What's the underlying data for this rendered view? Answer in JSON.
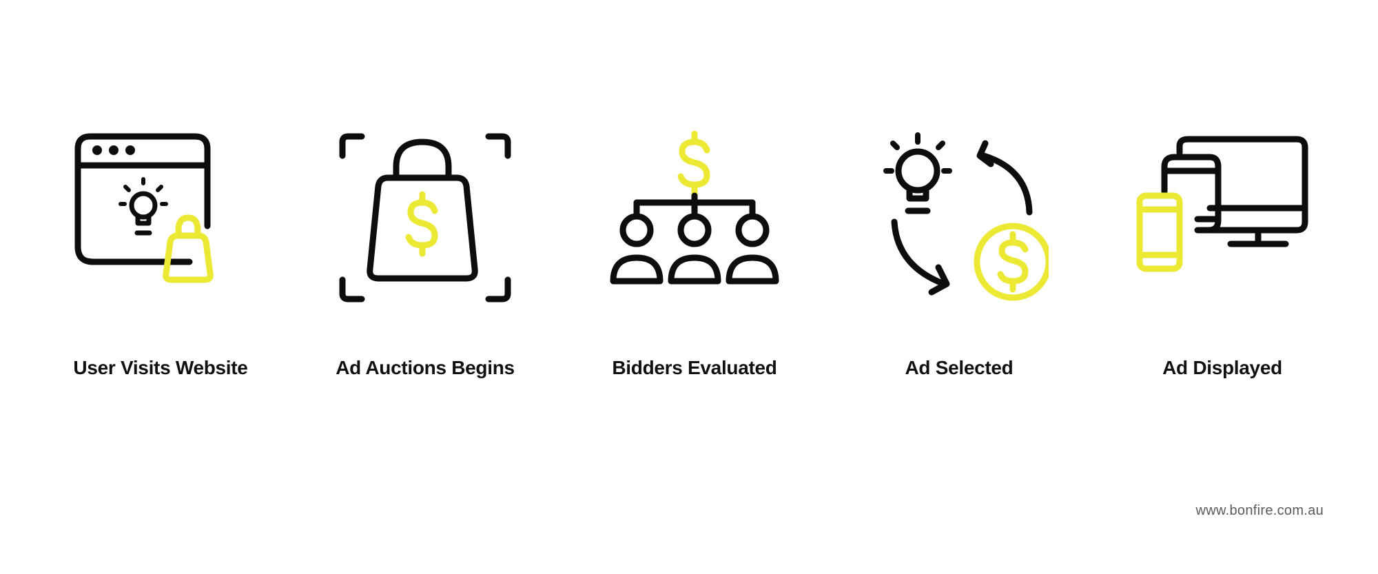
{
  "colors": {
    "ink": "#0d0d0d",
    "accent": "#ECE934",
    "background": "#ffffff",
    "watermark": "#5a5a5a"
  },
  "steps": [
    {
      "label": "User Visits Website",
      "icon": "browser-lightbulb-shopping-bag-icon"
    },
    {
      "label": "Ad Auctions Begins",
      "icon": "shopping-bag-dollar-icon"
    },
    {
      "label": "Bidders Evaluated",
      "icon": "dollar-bidders-hierarchy-icon"
    },
    {
      "label": "Ad Selected",
      "icon": "lightbulb-cycle-coin-icon"
    },
    {
      "label": "Ad Displayed",
      "icon": "multi-device-icon"
    }
  ],
  "footer": {
    "url": "www.bonfire.com.au"
  }
}
